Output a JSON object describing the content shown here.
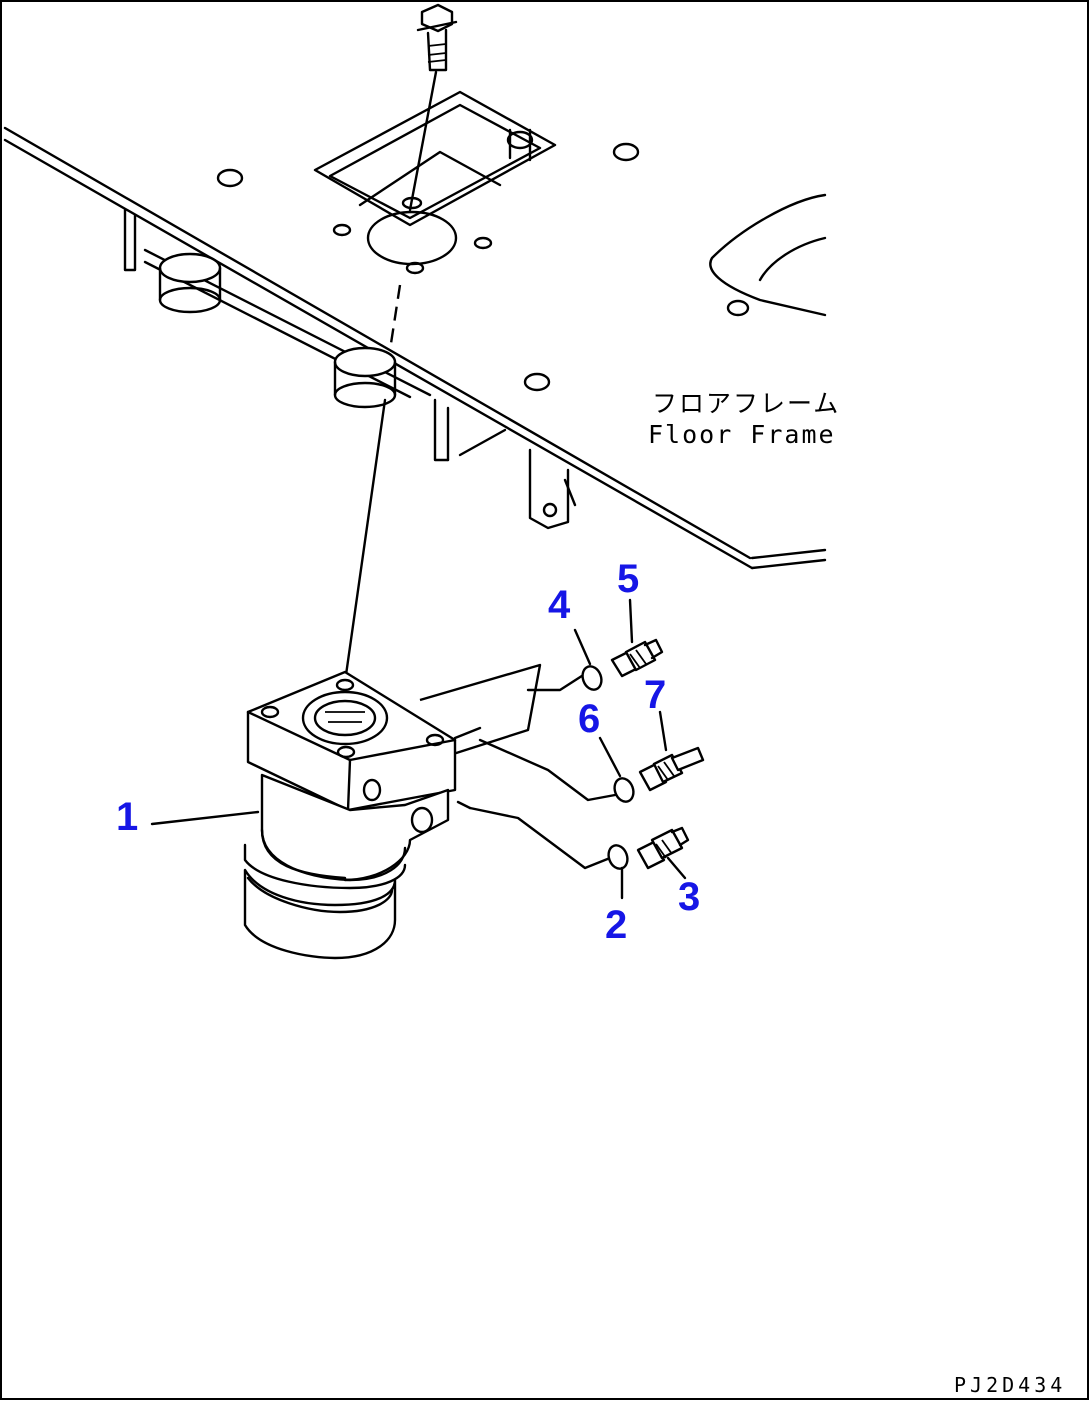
{
  "labels": {
    "floor_frame_jp": "フロアフレーム",
    "floor_frame_en": "Floor Frame",
    "drawing_code": "PJ2D434"
  },
  "callouts": {
    "c1": "1",
    "c2": "2",
    "c3": "3",
    "c4": "4",
    "c5": "5",
    "c6": "6",
    "c7": "7"
  },
  "colors": {
    "callout": "#1616e6",
    "line": "#000000",
    "background": "#ffffff"
  }
}
